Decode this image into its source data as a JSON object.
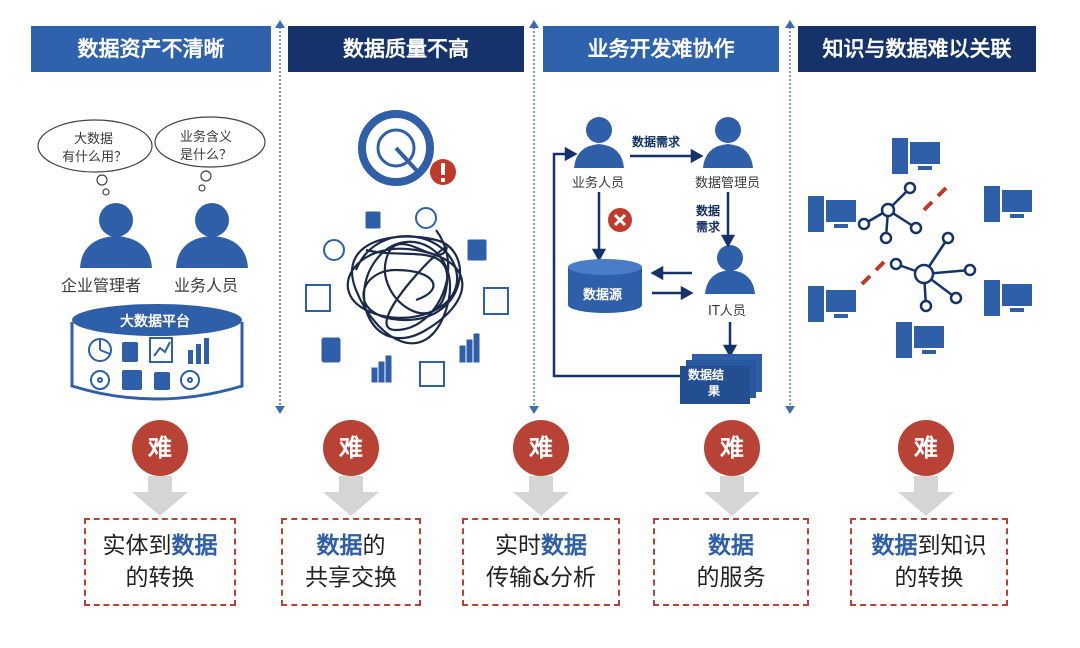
{
  "columns": [
    {
      "title": "数据资产不清晰",
      "outcome_bold": "数据",
      "outcome_pre": "实体到",
      "outcome_post": "",
      "outcome_line2": "的转换"
    },
    {
      "title": "数据质量不高",
      "outcome_bold": "数据",
      "outcome_pre": "",
      "outcome_post": "的",
      "outcome_line2": "共享交换"
    },
    {
      "title": "业务开发难协作",
      "outcome_bold": "数据",
      "outcome_pre": "实时",
      "outcome_post": "",
      "outcome_line2": "传输&分析"
    },
    {
      "title": "知识与数据难以关联",
      "outcome_bold": "数据",
      "outcome_pre": "",
      "outcome_post": "",
      "outcome_line2": "的服务"
    },
    {
      "title": "",
      "outcome_bold": "数据",
      "outcome_pre": "",
      "outcome_post": "到知识",
      "outcome_line2": "的转换"
    }
  ],
  "difficulty_label": "难",
  "panel1": {
    "bubble1_line1": "大数据",
    "bubble1_line2": "有什么用？",
    "bubble2_line1": "业务含义",
    "bubble2_line2": "是什么？",
    "person1": "企业管理者",
    "person2": "业务人员",
    "platform": "大数据平台"
  },
  "panel3": {
    "business_person": "业务人员",
    "data_manager": "数据管理员",
    "data_demand_top": "数据需求",
    "data_demand_side_1": "数据",
    "data_demand_side_2": "需求",
    "data_source": "数据源",
    "it_person": "IT人员",
    "result_line1": "数据结",
    "result_line2": "果"
  },
  "colors": {
    "header_blue": "#2f62ad",
    "header_navy": "#15336a",
    "icon_blue": "#2f5fa8",
    "difficulty_red": "#b94236"
  }
}
